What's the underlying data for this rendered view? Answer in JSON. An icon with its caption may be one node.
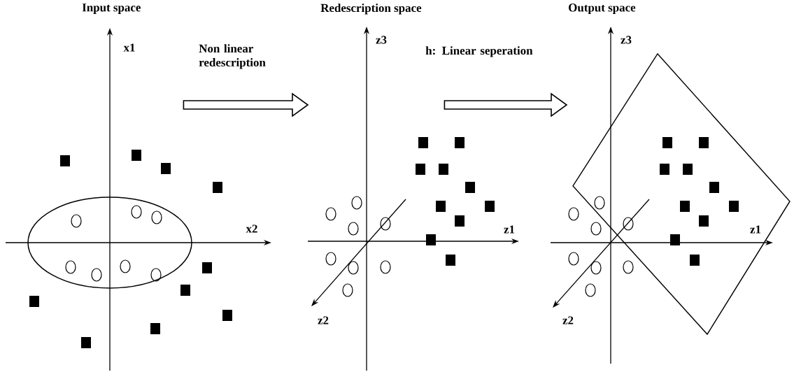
{
  "diagram": {
    "nodes": [
      {
        "text": [
          "Input space"
        ]
      },
      {
        "text": [
          "Redescription space"
        ]
      },
      {
        "text": [
          "Output space"
        ]
      }
    ],
    "edges": [
      {
        "from": 0,
        "to": 1,
        "arrow": "to",
        "label": "Non linear redescription"
      },
      {
        "from": 1,
        "to": 2,
        "arrow": "to",
        "label": "h: Linear seperation"
      }
    ],
    "labels": [
      "x1",
      "x2",
      "z3",
      "z1",
      "z2",
      "z3",
      "z1",
      "z2"
    ]
  }
}
